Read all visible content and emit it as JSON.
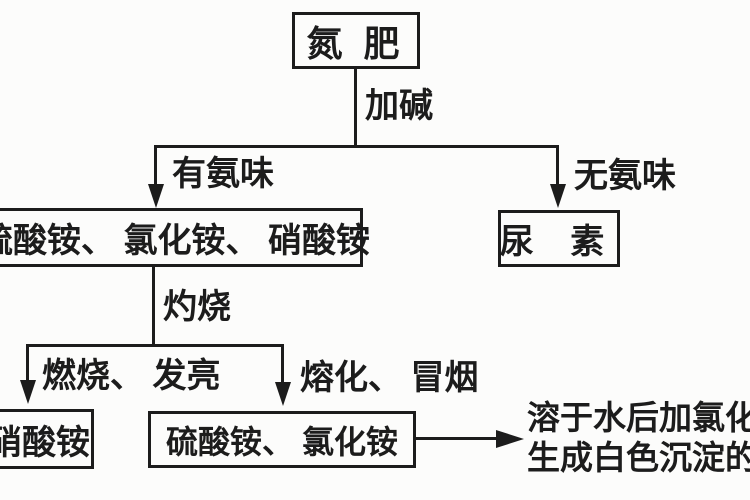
{
  "diagram": {
    "root_node": "氮 肥",
    "labels": {
      "add_alkali": "加碱",
      "has_ammonia_smell": "有氨味",
      "no_ammonia_smell": "无氨味",
      "calcination": "灼烧",
      "burns_bright": "燃烧、 发亮",
      "melts_smokes": "熔化、 冒烟"
    },
    "nodes": {
      "ammonium_fertilizers": "硫酸铵、 氯化铵、 硝酸铵",
      "urea": "尿 素",
      "ammonium_nitrate": "硝酸铵",
      "ammonium_sulfate_chloride": "硫酸铵、 氯化铵"
    },
    "conclusion": {
      "line1": "溶于水后加氯化",
      "line2": "生成白色沉淀的"
    },
    "colors": {
      "ink": "#1c1c1c",
      "background": "#fcfcfb"
    }
  }
}
